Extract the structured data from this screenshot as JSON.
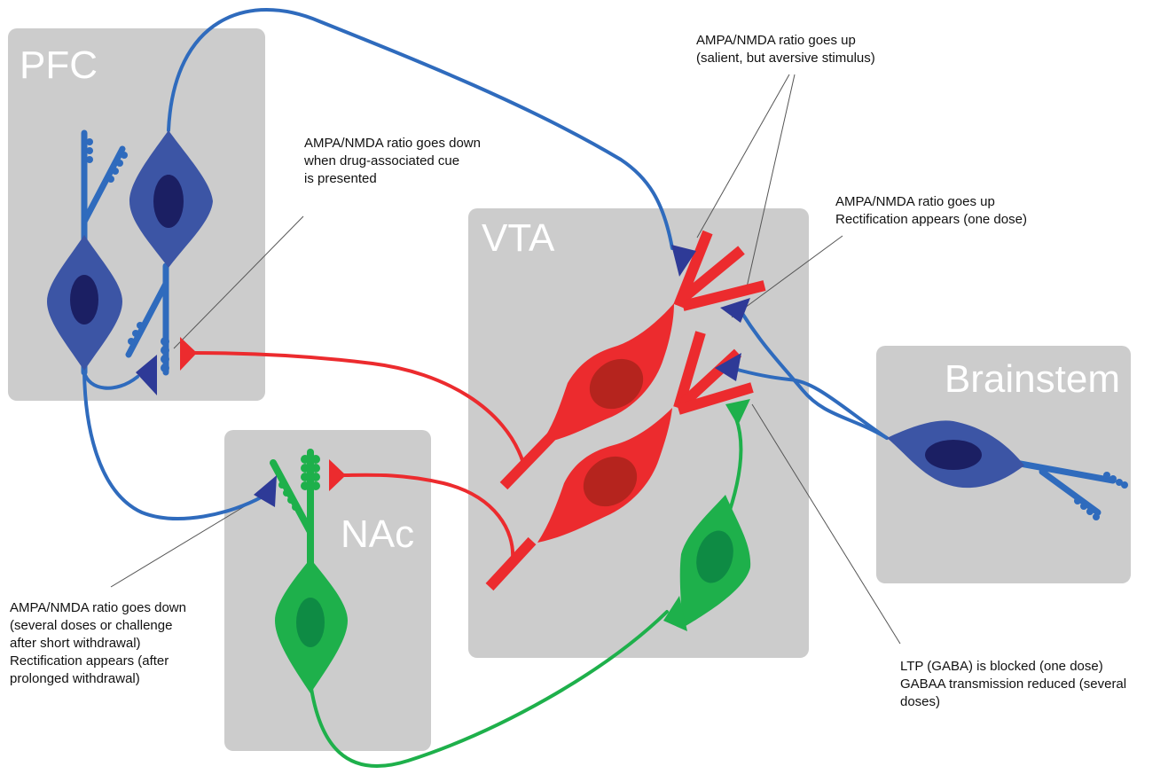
{
  "regions": {
    "pfc": "PFC",
    "vta": "VTA",
    "nac": "NAc",
    "brainstem": "Brainstem"
  },
  "annotations": {
    "pfc_note": [
      "AMPA/NMDA ratio goes down",
      "when drug-associated cue",
      "is presented"
    ],
    "vta_top_note": [
      "AMPA/NMDA ratio goes up",
      "(salient, but aversive stimulus)"
    ],
    "vta_mid_note": [
      "AMPA/NMDA ratio goes up",
      "Rectification appears (one dose)"
    ],
    "nac_note": [
      "AMPA/NMDA ratio goes down",
      "(several doses or challenge",
      "after short withdrawal)",
      "Rectification appears (after",
      "prolonged withdrawal)"
    ],
    "gaba_note": [
      "LTP (GABA) is blocked (one dose)",
      "GABAA transmission reduced (several",
      "doses)"
    ]
  },
  "colors": {
    "region_fill": "#cccccc",
    "pfc_neuron": "#3c55a5",
    "nucleus_dark": "#1b1f63",
    "axon_blue": "#2f6bbd",
    "terminal_blue": "#2e3a97",
    "vta_red": "#ec2b2e",
    "vta_nucleus": "#b5241e",
    "nac_green": "#1eb04b",
    "nac_nucleus": "#0e8b44"
  }
}
